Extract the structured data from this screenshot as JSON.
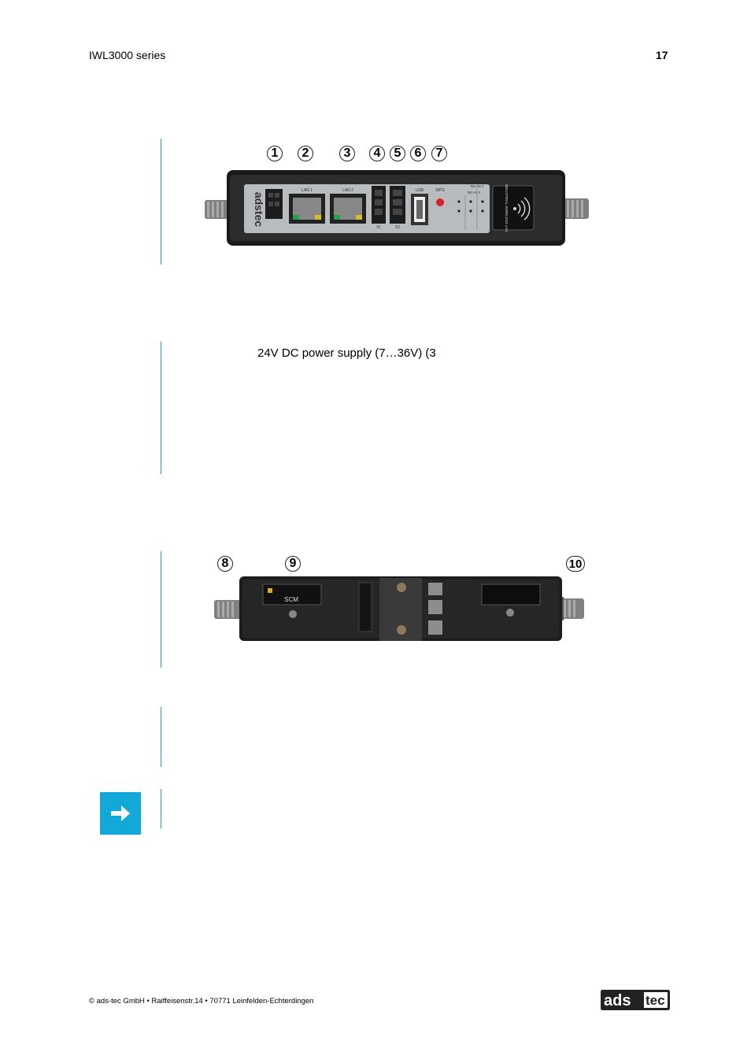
{
  "header": {
    "left": "IWL3000 series",
    "page_number": "17"
  },
  "figure_front": {
    "callouts": [
      "1",
      "2",
      "3",
      "4",
      "5",
      "6",
      "7"
    ],
    "panel_labels": {
      "brand": "adstec",
      "lan1": "LAN 1",
      "lan2": "LAN 2",
      "x1": "X1",
      "x2": "X2",
      "usb": "USB",
      "wps": "WPS",
      "wlan1": "WLAN 1",
      "wlan2": "WLAN 2",
      "wireless": "INDUSTRIAL WIRELESS LAN"
    }
  },
  "text_block": {
    "line1": "24V DC power supply (7…36V) (3"
  },
  "figure_bottom": {
    "callouts": [
      "8",
      "9",
      "10"
    ],
    "slot_label": "SCM"
  },
  "footer": {
    "address": "© ads-tec GmbH • Raiffeisenstr.14 • 70771 Leinfelden-Echterdingen",
    "logo_text_a": "ads",
    "logo_text_b": "tec"
  }
}
